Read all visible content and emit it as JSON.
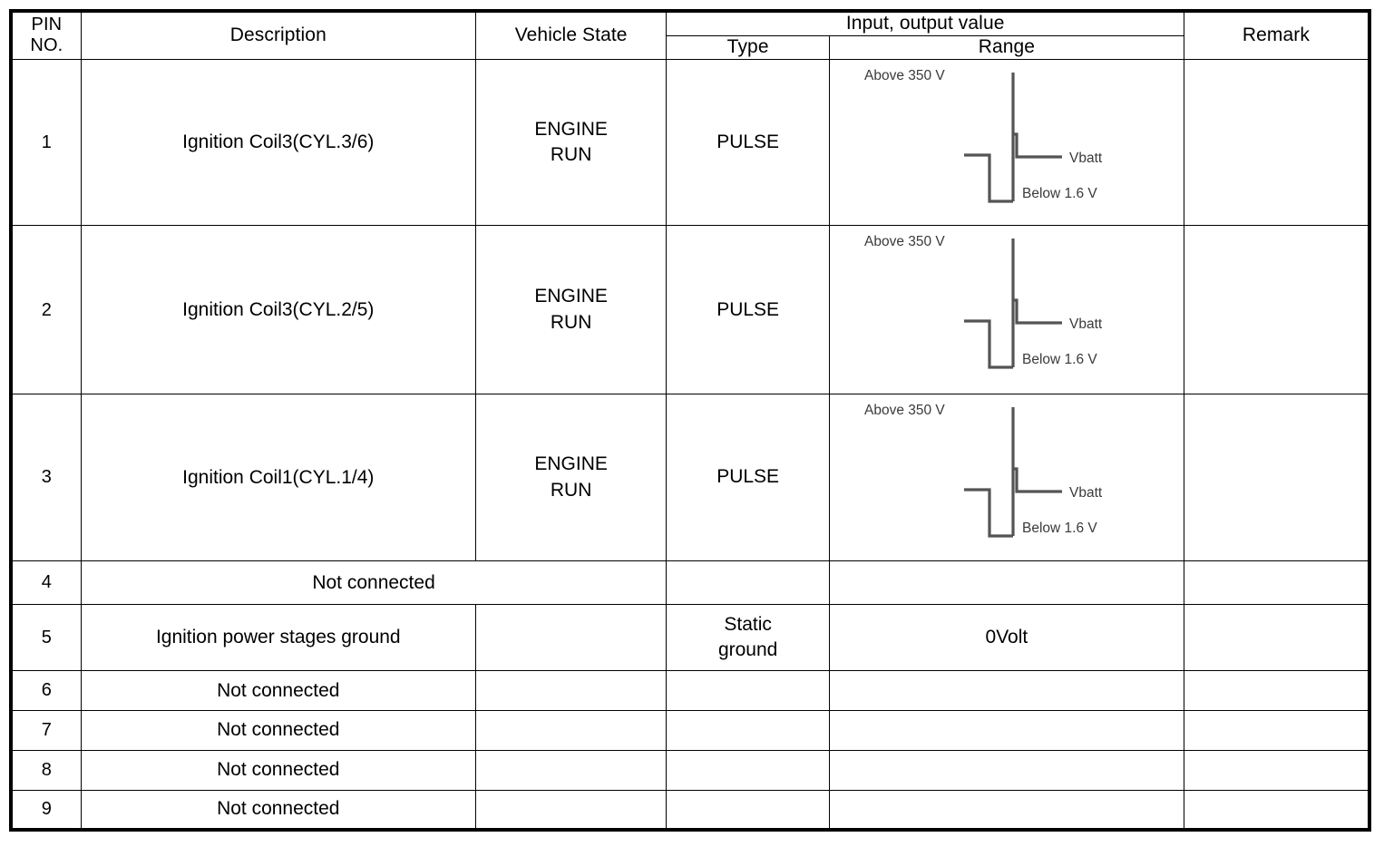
{
  "document": {
    "kind": "connector-pin-assignment-table"
  },
  "table": {
    "header": {
      "pin_no": "PIN\nNO.",
      "pin_no_line1": "PIN",
      "pin_no_line2": "NO.",
      "description": "Description",
      "vehicle_state": "Vehicle State",
      "input_output_value": "Input, output value",
      "type": "Type",
      "range": "Range",
      "remark": "Remark"
    },
    "rows": [
      {
        "pin": "1",
        "description": "Ignition Coil3(CYL.3/6)",
        "vehicle_state_line1": "ENGINE",
        "vehicle_state_line2": "RUN",
        "type": "PULSE",
        "range_kind": "waveform",
        "range_text": "",
        "remark": "",
        "span_description": false
      },
      {
        "pin": "2",
        "description": "Ignition Coil3(CYL.2/5)",
        "vehicle_state_line1": "ENGINE",
        "vehicle_state_line2": "RUN",
        "type": "PULSE",
        "range_kind": "waveform",
        "range_text": "",
        "remark": "",
        "span_description": false
      },
      {
        "pin": "3",
        "description": "Ignition Coil1(CYL.1/4)",
        "vehicle_state_line1": "ENGINE",
        "vehicle_state_line2": "RUN",
        "type": "PULSE",
        "range_kind": "waveform",
        "range_text": "",
        "remark": "",
        "span_description": false
      },
      {
        "pin": "4",
        "description": "Not connected",
        "vehicle_state_line1": "",
        "vehicle_state_line2": "",
        "type": "",
        "range_kind": "text",
        "range_text": "",
        "remark": "",
        "span_description": true
      },
      {
        "pin": "5",
        "description": "Ignition power stages ground",
        "vehicle_state_line1": "",
        "vehicle_state_line2": "",
        "type_line1": "Static",
        "type_line2": "ground",
        "type": "Static ground",
        "range_kind": "text",
        "range_text": "0Volt",
        "remark": "",
        "span_description": false
      },
      {
        "pin": "6",
        "description": "Not connected",
        "vehicle_state_line1": "",
        "vehicle_state_line2": "",
        "type": "",
        "range_kind": "text",
        "range_text": "",
        "remark": "",
        "span_description": false
      },
      {
        "pin": "7",
        "description": "Not connected",
        "vehicle_state_line1": "",
        "vehicle_state_line2": "",
        "type": "",
        "range_kind": "text",
        "range_text": "",
        "remark": "",
        "span_description": false
      },
      {
        "pin": "8",
        "description": "Not connected",
        "vehicle_state_line1": "",
        "vehicle_state_line2": "",
        "type": "",
        "range_kind": "text",
        "range_text": "",
        "remark": "",
        "span_description": false
      },
      {
        "pin": "9",
        "description": "Not connected",
        "vehicle_state_line1": "",
        "vehicle_state_line2": "",
        "type": "",
        "range_kind": "text",
        "range_text": "",
        "remark": "",
        "span_description": false
      }
    ]
  },
  "waveform": {
    "label_high": "Above 350 V",
    "label_mid": "Vbatt",
    "label_low": "Below 1.6 V",
    "line_color": "#545454",
    "text_color": "#3a3a3a"
  },
  "colors": {
    "border": "#000000",
    "background": "#ffffff",
    "text": "#000000"
  }
}
